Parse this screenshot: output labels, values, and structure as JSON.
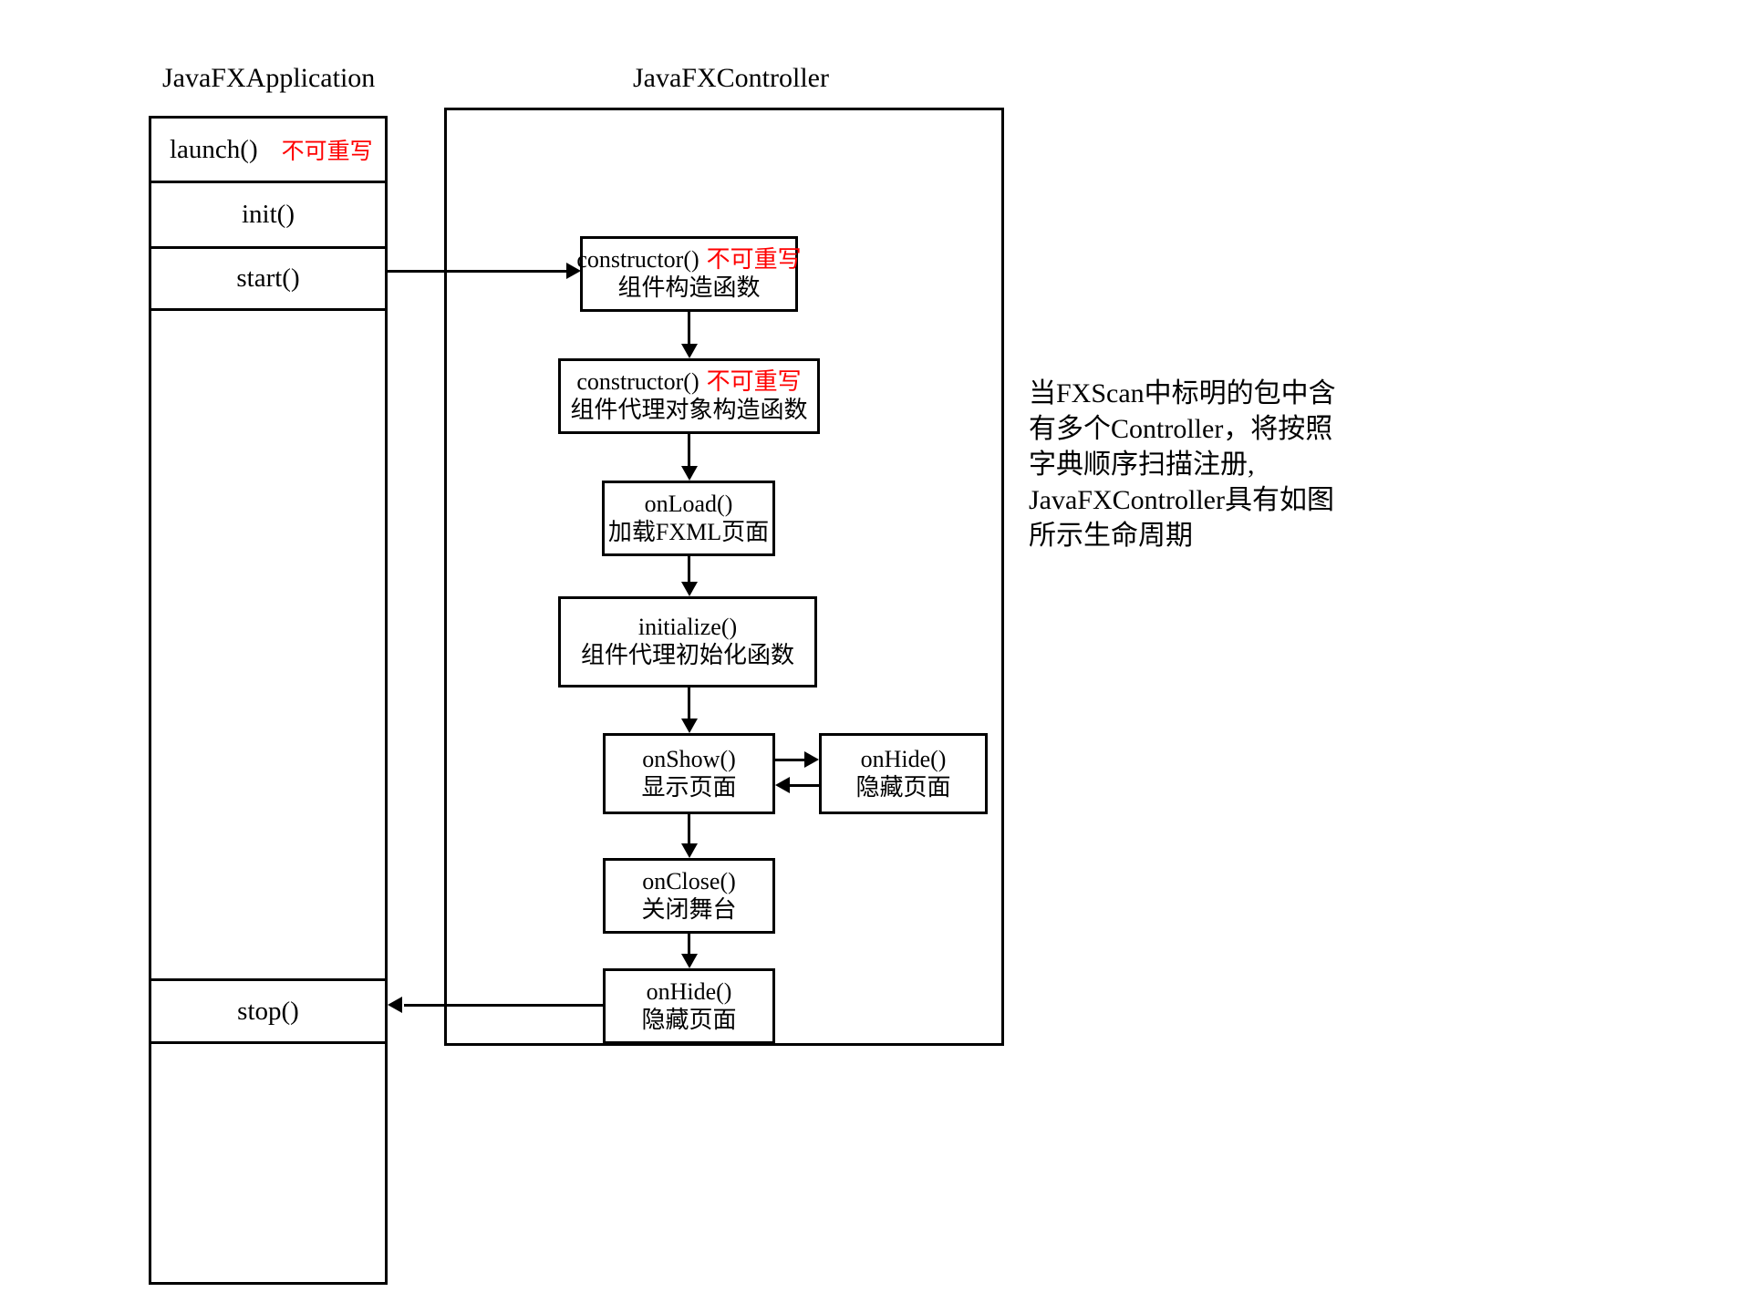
{
  "titles": {
    "application": "JavaFXApplication",
    "controller": "JavaFXController"
  },
  "application_lifeline": {
    "rows": [
      {
        "label": "launch()",
        "note": "不可重写"
      },
      {
        "label": "init()",
        "note": ""
      },
      {
        "label": "start()",
        "note": ""
      },
      {
        "label": "stop()",
        "note": ""
      }
    ]
  },
  "controller_boxes": [
    {
      "id": "ctor1",
      "line1": "constructor()",
      "note": "不可重写",
      "line2": "组件构造函数"
    },
    {
      "id": "ctor2",
      "line1": "constructor()",
      "note": "不可重写",
      "line2": "组件代理对象构造函数"
    },
    {
      "id": "onload",
      "line1": "onLoad()",
      "note": "",
      "line2": "加载FXML页面"
    },
    {
      "id": "initialize",
      "line1": "initialize()",
      "note": "",
      "line2": "组件代理初始化函数"
    },
    {
      "id": "onshow",
      "line1": "onShow()",
      "note": "",
      "line2": "显示页面"
    },
    {
      "id": "onhide_right",
      "line1": "onHide()",
      "note": "",
      "line2": "隐藏页面"
    },
    {
      "id": "onclose",
      "line1": "onClose()",
      "note": "",
      "line2": "关闭舞台"
    },
    {
      "id": "onhide_bottom",
      "line1": "onHide()",
      "note": "",
      "line2": "隐藏页面"
    }
  ],
  "side_note": {
    "lines": [
      "当FXScan中标明的包中含",
      "有多个Controller，将按照",
      "字典顺序扫描注册,",
      "JavaFXController具有如图",
      "所示生命周期"
    ]
  },
  "colors": {
    "stroke": "#000000",
    "note_red": "#ff0000",
    "background": "#ffffff"
  }
}
